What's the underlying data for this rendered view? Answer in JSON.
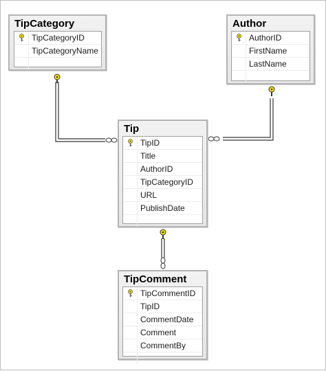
{
  "diagram": {
    "tables": [
      {
        "id": "tipcategory",
        "title": "TipCategory",
        "columns": [
          {
            "name": "TipCategoryID",
            "key": true
          },
          {
            "name": "TipCategoryName",
            "key": false
          }
        ]
      },
      {
        "id": "author",
        "title": "Author",
        "columns": [
          {
            "name": "AuthorID",
            "key": true
          },
          {
            "name": "FirstName",
            "key": false
          },
          {
            "name": "LastName",
            "key": false
          }
        ]
      },
      {
        "id": "tip",
        "title": "Tip",
        "columns": [
          {
            "name": "TipID",
            "key": true
          },
          {
            "name": "Title",
            "key": false
          },
          {
            "name": "AuthorID",
            "key": false
          },
          {
            "name": "TipCategoryID",
            "key": false
          },
          {
            "name": "URL",
            "key": false
          },
          {
            "name": "PublishDate",
            "key": false
          }
        ]
      },
      {
        "id": "tipcomment",
        "title": "TipComment",
        "columns": [
          {
            "name": "TipCommentID",
            "key": true
          },
          {
            "name": "TipID",
            "key": false
          },
          {
            "name": "CommentDate",
            "key": false
          },
          {
            "name": "Comment",
            "key": false
          },
          {
            "name": "CommentBy",
            "key": false
          }
        ]
      }
    ],
    "relationships": [
      {
        "from": "tipcategory",
        "to": "tip",
        "one_end": "key-icon",
        "many_end": "infinity-icon"
      },
      {
        "from": "author",
        "to": "tip",
        "one_end": "key-icon",
        "many_end": "infinity-icon"
      },
      {
        "from": "tip",
        "to": "tipcomment",
        "one_end": "key-icon",
        "many_end": "infinity-icon"
      }
    ],
    "colors": {
      "key_fill": "#f5e000",
      "line": "#333333",
      "table_border": "#b3b3b3"
    }
  }
}
